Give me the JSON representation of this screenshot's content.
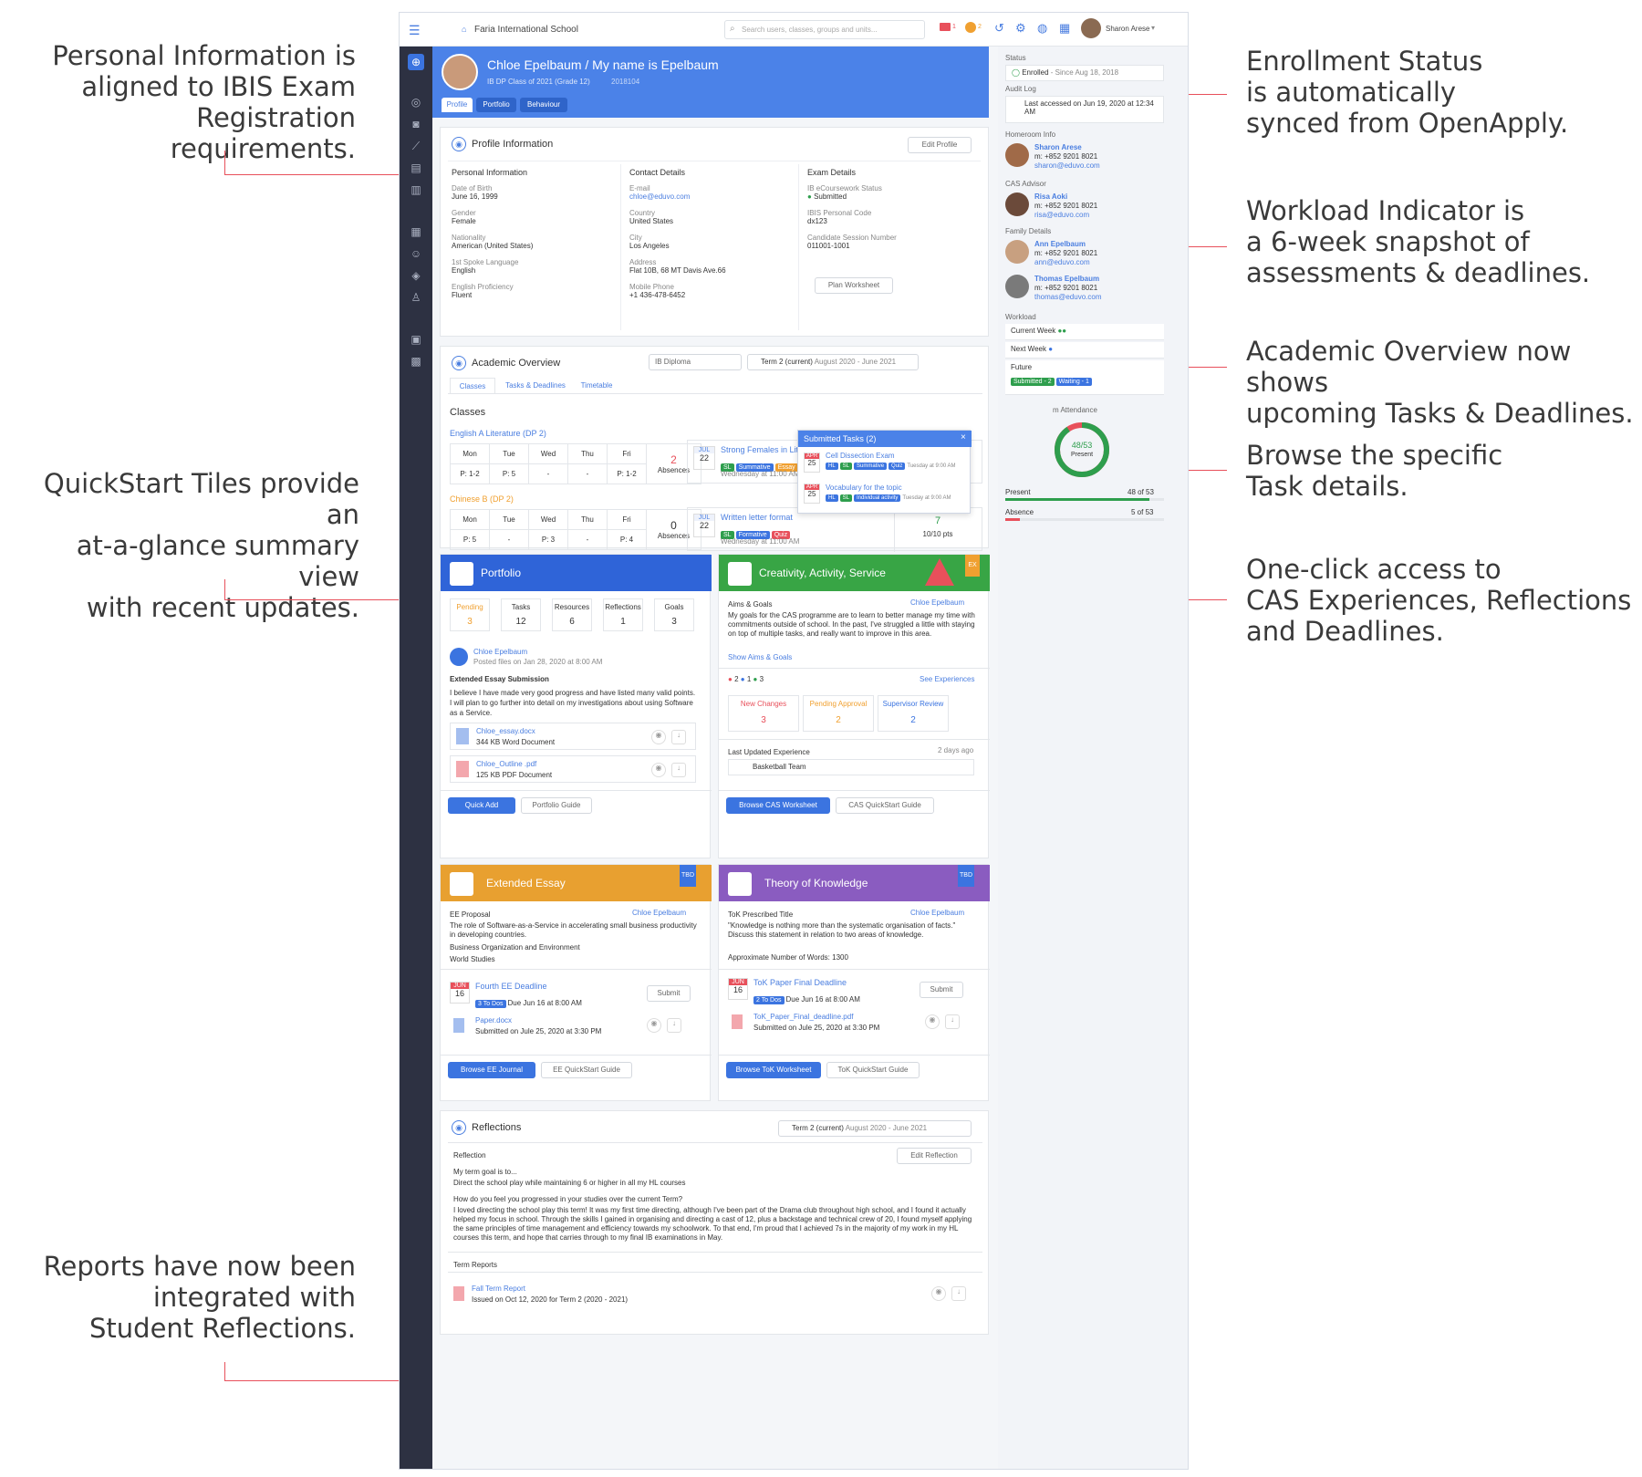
{
  "callouts": {
    "personal": "Personal Information is\naligned to IBIS Exam\nRegistration requirements.",
    "quickstart": "QuickStart Tiles provide an\nat-a-glance summary view\nwith recent updates.",
    "reports": "Reports have now been\nintegrated with\nStudent Reflections.",
    "enrollment": "Enrollment Status\nis automatically\nsynced from OpenApply.",
    "workload": "Workload Indicator is\na 6-week snapshot of\nassessments & deadlines.",
    "academic": "Academic Overview now shows\nupcoming Tasks & Deadlines.",
    "browse": "Browse the specific\nTask details.",
    "cas": "One-click access to\nCAS Experiences, Reflections\nand Deadlines."
  },
  "topbar": {
    "school": "Faria International School",
    "search_placeholder": "Search users, classes, groups and units...",
    "mail_count": "1",
    "notif_count": "2",
    "user": "Sharon Arese"
  },
  "student": {
    "name": "Chloe Epelbaum / My name is Epelbaum",
    "class": "IB DP Class of 2021 (Grade 12)",
    "id": "2018104",
    "tabs": [
      "Profile",
      "Portfolio",
      "Behaviour"
    ]
  },
  "profile": {
    "title": "Profile Information",
    "edit": "Edit Profile",
    "personal": {
      "title": "Personal Information",
      "fields": [
        [
          "Date of Birth",
          "June 16, 1999"
        ],
        [
          "Gender",
          "Female"
        ],
        [
          "Nationality",
          "American (United States)"
        ],
        [
          "1st Spoke Language",
          "English"
        ],
        [
          "English Proficiency",
          "Fluent"
        ]
      ]
    },
    "contact": {
      "title": "Contact Details",
      "fields": [
        [
          "E-mail",
          "chloe@eduvo.com"
        ],
        [
          "Country",
          "United States"
        ],
        [
          "City",
          "Los Angeles"
        ],
        [
          "Address",
          "Flat 10B, 68 MT Davis Ave.66"
        ],
        [
          "Mobile Phone",
          "+1 436-478-6452"
        ]
      ]
    },
    "exam": {
      "title": "Exam Details",
      "fields": [
        [
          "IB eCoursework Status",
          "Submitted"
        ],
        [
          "IBIS Personal Code",
          "dx123"
        ],
        [
          "Candidate Session Number",
          "011001-1001"
        ]
      ],
      "plan": "Plan Worksheet"
    }
  },
  "academic": {
    "title": "Academic Overview",
    "program": "IB Diploma",
    "term": "Term 2 (current)",
    "term_range": "August 2020 - June 2021",
    "tabs": [
      "Classes",
      "Tasks & Deadlines",
      "Timetable"
    ],
    "classes_label": "Classes",
    "days": [
      "Mon",
      "Tue",
      "Wed",
      "Thu",
      "Fri"
    ],
    "classes": [
      {
        "name": "English A Literature (DP 2)",
        "periods": [
          "P: 1-2",
          "P: 5",
          "-",
          "-",
          "P: 1-2"
        ],
        "absences": "2",
        "abs_label": "Absences",
        "task_month": "JUL",
        "task_day": "22",
        "task": "Strong Females in Literature",
        "tags": [
          "SL",
          "Summative",
          "Essay"
        ],
        "due": "Wednesday at 11:00 AM"
      },
      {
        "name": "Chinese B (DP 2)",
        "periods": [
          "P: 5",
          "-",
          "P: 3",
          "-",
          "P: 4"
        ],
        "absences": "0",
        "abs_label": "Absences",
        "task_month": "JUL",
        "task_day": "22",
        "task": "Written letter format",
        "tags": [
          "SL",
          "Formative",
          "Quiz"
        ],
        "due": "Wednesday at 11:00 AM",
        "score": "7",
        "score_sub": "10/10 pts"
      }
    ]
  },
  "popup": {
    "title": "Submitted Tasks (2)",
    "items": [
      {
        "month": "APR",
        "day": "25",
        "name": "Cell Dissection Exam",
        "tags": [
          "HL",
          "SL",
          "Summative",
          "Quiz"
        ],
        "when": "Tuesday at 9:00 AM"
      },
      {
        "month": "APR",
        "day": "25",
        "name": "Vocabulary for the topic",
        "tags": [
          "HL",
          "SL",
          "Individual activity"
        ],
        "when": "Tuesday at 9:00 AM"
      }
    ]
  },
  "portfolio": {
    "title": "Portfolio",
    "stats": [
      [
        "Pending",
        "3"
      ],
      [
        "Tasks",
        "12"
      ],
      [
        "Resources",
        "6"
      ],
      [
        "Reflections",
        "1"
      ],
      [
        "Goals",
        "3"
      ]
    ],
    "author": "Chloe Epelbaum",
    "posted": "Posted files on Jan 28, 2020 at 8:00 AM",
    "post_title": "Extended Essay Submission",
    "post_body": "I believe I have made very good progress and have listed many valid points. I will plan to go further into detail on my investigations about using Software as a Service.",
    "files": [
      [
        "Chloe_essay.docx",
        "344 KB Word Document"
      ],
      [
        "Chloe_Outline .pdf",
        "125 KB PDF Document"
      ]
    ],
    "quick_add": "Quick Add",
    "guide": "Portfolio Guide"
  },
  "cas": {
    "title": "Creativity, Activity, Service",
    "badge": "EX",
    "aims": "Aims & Goals",
    "author": "Chloe Epelbaum",
    "body": "My goals for the CAS programme are to learn to better manage my time with commitments outside of school. In the past, I've struggled a little with staying on top of multiple tasks, and really want to improve in this area.",
    "show": "Show Aims & Goals",
    "counts": [
      "2",
      "1",
      "3"
    ],
    "see": "See Experiences",
    "stats": [
      [
        "New Changes",
        "3"
      ],
      [
        "Pending Approval",
        "2"
      ],
      [
        "Supervisor Review",
        "2"
      ]
    ],
    "last": "Last Updated Experience",
    "ago": "2 days ago",
    "exp": "Basketball Team",
    "browse": "Browse CAS Worksheet",
    "guide": "CAS QuickStart Guide"
  },
  "ee": {
    "title": "Extended Essay",
    "badge": "TBD",
    "label": "EE Proposal",
    "author": "Chloe Epelbaum",
    "body": "The role of Software-as-a-Service in accelerating small business productivity in developing countries.",
    "sub1": "Business Organization and Environment",
    "sub2": "World Studies",
    "month": "JUN",
    "day": "16",
    "deadline": "Fourth EE Deadline",
    "tag": "3 To Dos",
    "due": "Due Jun 16 at 8:00 AM",
    "submit": "Submit",
    "file": "Paper.docx",
    "file_sub": "Submitted on Jule 25, 2020 at 3:30 PM",
    "browse": "Browse EE Journal",
    "guide": "EE QuickStart Guide"
  },
  "tok": {
    "title": "Theory of Knowledge",
    "badge": "TBD",
    "label": "ToK Prescribed Title",
    "author": "Chloe Epelbaum",
    "body": "\"Knowledge is nothing more than the systematic organisation of facts.\" Discuss this statement in relation to two areas of knowledge.",
    "sub1": "Approximate Number of Words: 1300",
    "month": "JUN",
    "day": "16",
    "deadline": "ToK Paper Final Deadline",
    "tag": "2 To Dos",
    "due": "Due Jun 16 at 8:00 AM",
    "submit": "Submit",
    "file": "ToK_Paper_Final_deadline.pdf",
    "file_sub": "Submitted on Jule 25, 2020 at 3:30 PM",
    "browse": "Browse ToK Worksheet",
    "guide": "ToK QuickStart Guide"
  },
  "reflections": {
    "title": "Reflections",
    "term": "Term 2 (current)",
    "term_range": "August 2020 - June 2021",
    "sub": "Reflection",
    "edit": "Edit Reflection",
    "q1": "My term goal is to...",
    "a1": "Direct the school play while maintaining 6 or higher in all my HL courses",
    "q2": "How do you feel you progressed in your studies over the current Term?",
    "a2": "I loved directing the school play this term! It was my first time directing, although I've been part of the Drama club throughout high school, and I found it actually helped my focus in school. Through the skills I gained in organising and directing a cast of 12, plus a backstage and technical crew of 20, I found myself applying the same principles of time management and efficiency towards my schoolwork. To that end, I'm proud that I achieved 7s in the majority of my work in my HL courses this term, and hope that carries through to my final IB examinations in May.",
    "reports": "Term Reports",
    "report": "Fall Term Report",
    "report_sub": "Issued on Oct 12, 2020 for Term 2 (2020 - 2021)"
  },
  "sidebar": {
    "status": "Status",
    "enrolled": "Enrolled",
    "since": "- Since Aug 18, 2018",
    "audit": "Audit Log",
    "audit_text": "Last accessed on Jun 19, 2020 at 12:34 AM",
    "homeroom": "Homeroom Info",
    "hr_name": "Sharon Arese",
    "hr_phone": "m: +852 9201 8021",
    "hr_email": "sharon@eduvo.com",
    "cas": "CAS Advisor",
    "cas_name": "Risa Aoki",
    "cas_phone": "m: +852 9201 8021",
    "cas_email": "risa@eduvo.com",
    "family": "Family Details",
    "f1_name": "Ann Epelbaum",
    "f1_phone": "m: +852 9201 8021",
    "f1_email": "ann@eduvo.com",
    "f2_name": "Thomas Epelbaum",
    "f2_phone": "m: +852 9201 8021",
    "f2_email": "thomas@eduvo.com",
    "workload": "Workload",
    "current": "Current Week",
    "next": "Next Week",
    "future": "Future",
    "submitted": "Submitted - 2",
    "waiting": "Waiting - 1",
    "attendance": "m Attendance",
    "ring": "48/53",
    "ring_sub": "Present",
    "present": "Present",
    "present_val": "48 of 53",
    "absence": "Absence",
    "absence_val": "5 of 53",
    "attendance_fraction": 0.906
  }
}
